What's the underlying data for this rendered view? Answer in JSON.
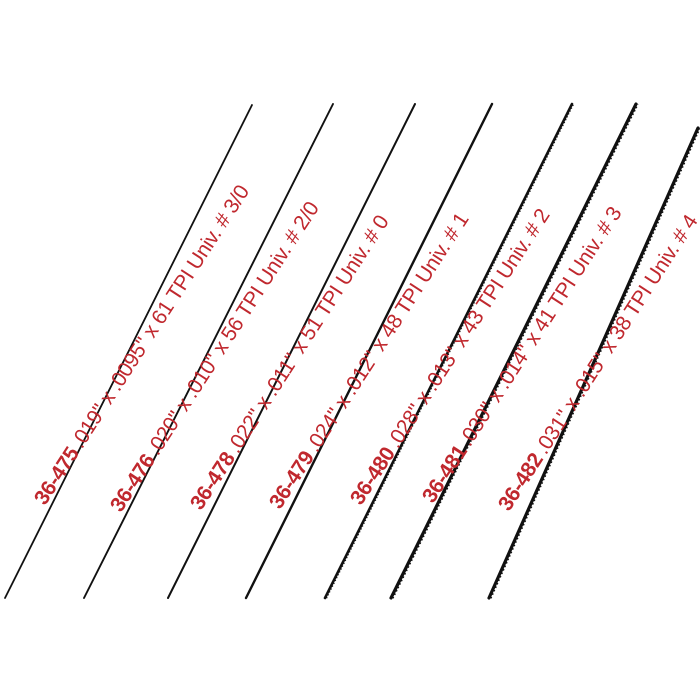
{
  "colors": {
    "blade": "#111111",
    "text": "#c0282e",
    "background": "#ffffff"
  },
  "blades": [
    {
      "part": "36-475",
      "spec": ".019\" x .0095\" x 61 TPI Univ. # 3/0",
      "teeth": "fine"
    },
    {
      "part": "36-476",
      "spec": ".020\" x .010\" x 56 TPI Univ. # 2/0",
      "teeth": "fine"
    },
    {
      "part": "36-478",
      "spec": ".022\" x .011\" x 51 TPI Univ. # 0",
      "teeth": "fine"
    },
    {
      "part": "36-479",
      "spec": ".024\" x .012\" x 48 TPI Univ. #  1",
      "teeth": "fine"
    },
    {
      "part": "36-480",
      "spec": ".028\" x .013\" x 43 TPI Univ. # 2",
      "teeth": "medium"
    },
    {
      "part": "36-481",
      "spec": ".030\" x .014\" x 41 TPI Univ. # 3",
      "teeth": "coarse"
    },
    {
      "part": "36-482",
      "spec": ".031\" x .015\" x 38 TPI Univ. # 4",
      "teeth": "coarse"
    }
  ]
}
